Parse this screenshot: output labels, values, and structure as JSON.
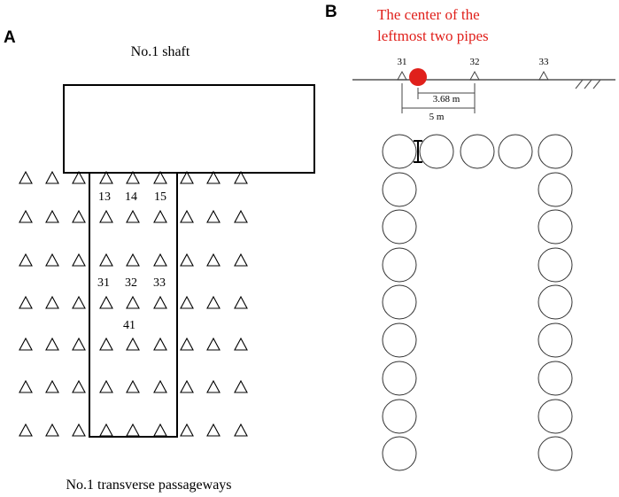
{
  "panel_a": {
    "letter": "A",
    "shaft_label": "No.1 shaft",
    "passage_label": "No.1 transverse passageways",
    "point_labels": [
      "13",
      "14",
      "15",
      "31",
      "32",
      "33",
      "41"
    ]
  },
  "panel_b": {
    "letter": "B",
    "callout_line1": "The center of the",
    "callout_line2": "leftmost two pipes",
    "callout_color": "#e0201b",
    "point_labels": [
      "31",
      "32",
      "33"
    ],
    "dim_short": "3.68 m",
    "dim_long": "5 m"
  }
}
